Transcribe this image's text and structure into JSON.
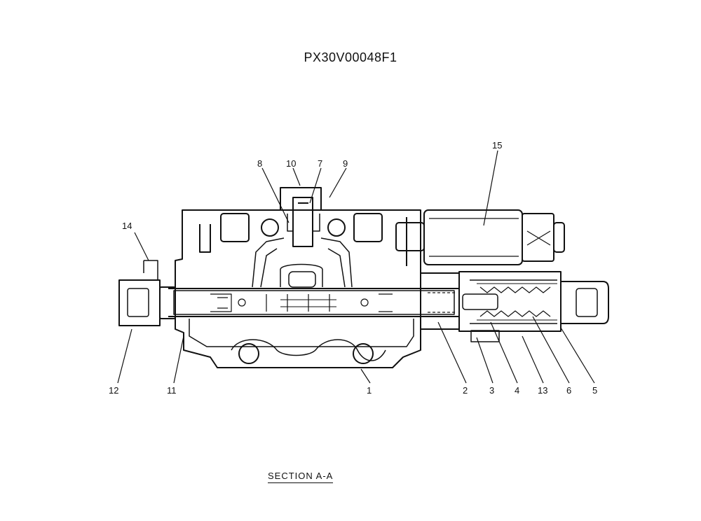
{
  "title": "PX30V00048F1",
  "section_label": "SECTION  A-A",
  "callouts": {
    "c1": "1",
    "c2": "2",
    "c3": "3",
    "c4": "4",
    "c5": "5",
    "c6": "6",
    "c7": "7",
    "c8": "8",
    "c9": "9",
    "c10": "10",
    "c11": "11",
    "c12": "12",
    "c13": "13",
    "c14": "14",
    "c15": "15"
  }
}
